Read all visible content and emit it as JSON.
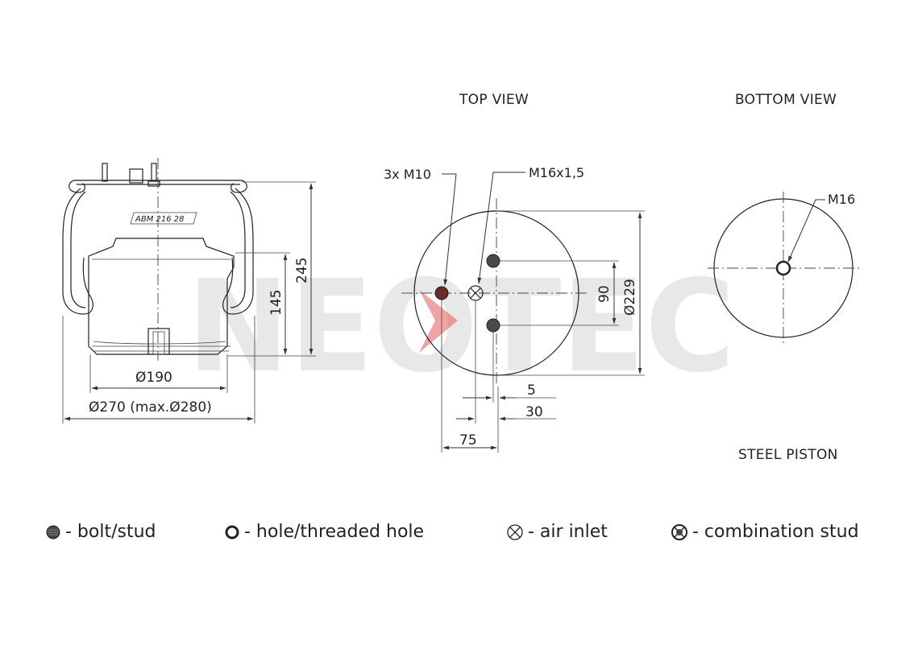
{
  "brand_watermark": "NEOTEC",
  "colors": {
    "watermark_gray": "#d8d8d8",
    "watermark_red": "#e45a5a",
    "line": "#222222",
    "stud_fill": "#6b2b2b"
  },
  "views": {
    "top_title": "TOP VIEW",
    "bottom_title": "BOTTOM VIEW",
    "piston_label": "STEEL PISTON"
  },
  "side_view": {
    "model_tag": "ABM  216 28",
    "dims": {
      "height_total": "245",
      "height_piston": "145",
      "dia_piston": "Ø190",
      "dia_bellow": "Ø270 (max.Ø280)"
    }
  },
  "top_view": {
    "callouts": {
      "bolts": "3x M10",
      "air_inlet": "M16x1,5"
    },
    "dims": {
      "spacing": "90",
      "diameter": "Ø229",
      "offset_5": "5",
      "offset_30": "30",
      "offset_75": "75"
    }
  },
  "bottom_view": {
    "callouts": {
      "thread": "M16"
    }
  },
  "legend": [
    {
      "icon": "bolt-stud-icon",
      "label": "- bolt/stud"
    },
    {
      "icon": "hole-icon",
      "label": "- hole/threaded hole"
    },
    {
      "icon": "air-inlet-icon",
      "label": "- air inlet"
    },
    {
      "icon": "combination-stud-icon",
      "label": "- combination stud"
    }
  ]
}
